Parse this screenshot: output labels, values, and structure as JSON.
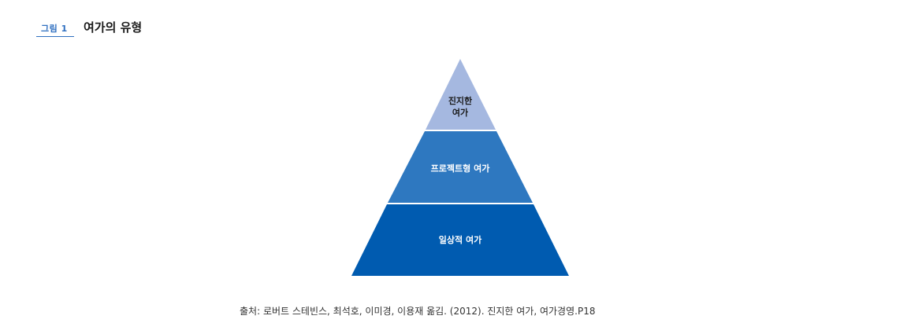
{
  "figure": {
    "label": "그림 1",
    "title": "여가의 유형"
  },
  "pyramid": {
    "layers": [
      {
        "lines": [
          "진지한",
          "여가"
        ],
        "color": "#a5b8e0",
        "text_color": "#1a1a1a"
      },
      {
        "lines": [
          "프로젝트형 여가"
        ],
        "color": "#2e78c0",
        "text_color": "#ffffff"
      },
      {
        "lines": [
          "일상적 여가"
        ],
        "color": "#005bb0",
        "text_color": "#ffffff"
      }
    ]
  },
  "source": "출처: 로버트 스테빈스, 최석호, 이미경, 이용재 옮김. (2012). 진지한 여가, 여가경영.P18"
}
